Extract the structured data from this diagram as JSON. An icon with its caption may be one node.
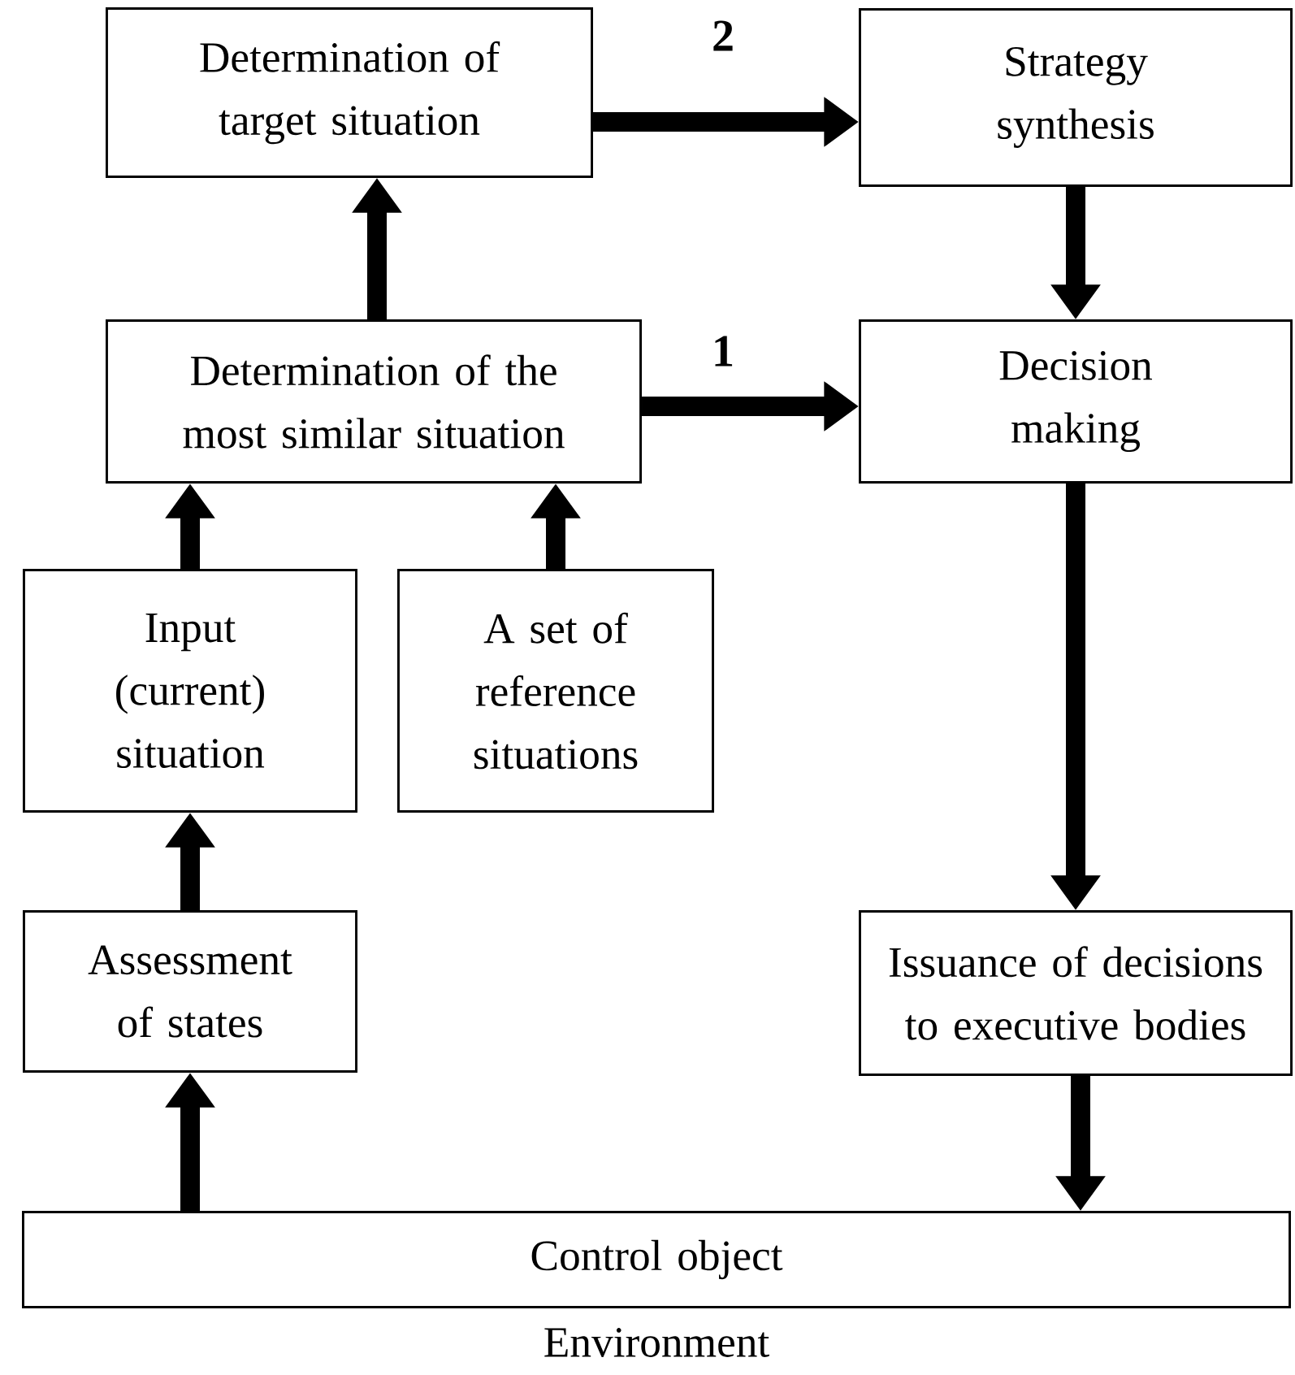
{
  "diagram": {
    "nodes": [
      {
        "text": [
          "Determination of target situation"
        ]
      },
      {
        "text": [
          "Strategy synthesis"
        ]
      },
      {
        "text": [
          "Determination of the most similar situation"
        ]
      },
      {
        "text": [
          "Decision making"
        ]
      },
      {
        "text": [
          "Input (current) situation"
        ]
      },
      {
        "text": [
          "A set of reference situations"
        ]
      },
      {
        "text": [
          "Assessment of states"
        ]
      },
      {
        "text": [
          "Issuance of decisions to executive bodies"
        ]
      },
      {
        "text": [
          "Control object"
        ]
      }
    ],
    "edges": [
      {
        "from": 0,
        "to": 1,
        "arrow": "to",
        "label": "2"
      },
      {
        "from": 2,
        "to": 0,
        "arrow": "to"
      },
      {
        "from": 2,
        "to": 3,
        "arrow": "to",
        "label": "1"
      },
      {
        "from": 1,
        "to": 3,
        "arrow": "to"
      },
      {
        "from": 3,
        "to": 7,
        "arrow": "to"
      },
      {
        "from": 4,
        "to": 2,
        "arrow": "to"
      },
      {
        "from": 5,
        "to": 2,
        "arrow": "to"
      },
      {
        "from": 6,
        "to": 4,
        "arrow": "to"
      },
      {
        "from": 8,
        "to": 6,
        "arrow": "to"
      },
      {
        "from": 7,
        "to": 8,
        "arrow": "to"
      }
    ],
    "labels": [
      "Environment"
    ]
  }
}
